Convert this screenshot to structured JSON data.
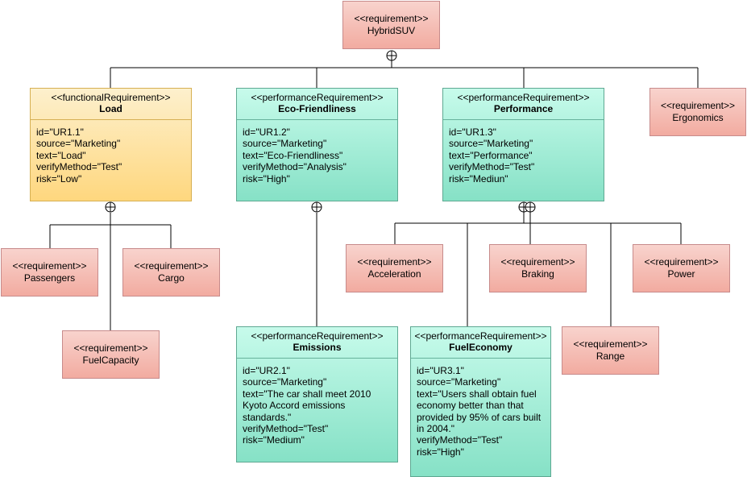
{
  "diagram": {
    "root": {
      "stereotype": "<<requirement>>",
      "name": "HybridSUV"
    },
    "load": {
      "stereotype": "<<functionalRequirement>>",
      "name": "Load",
      "attributes": [
        "id=\"UR1.1\"",
        "source=\"Marketing\"",
        "text=\"Load\"",
        "verifyMethod=\"Test\"",
        "risk=\"Low\""
      ]
    },
    "eco": {
      "stereotype": "<<performanceRequirement>>",
      "name": "Eco-Friendliness",
      "attributes": [
        "id=\"UR1.2\"",
        "source=\"Marketing\"",
        "text=\"Eco-Friendliness\"",
        "verifyMethod=\"Analysis\"",
        "risk=\"High\""
      ]
    },
    "performance": {
      "stereotype": "<<performanceRequirement>>",
      "name": "Performance",
      "attributes": [
        "id=\"UR1.3\"",
        "source=\"Marketing\"",
        "text=\"Performance\"",
        "verifyMethod=\"Test\"",
        "risk=\"Mediun\""
      ]
    },
    "ergonomics": {
      "stereotype": "<<requirement>>",
      "name": "Ergonomics"
    },
    "passengers": {
      "stereotype": "<<requirement>>",
      "name": "Passengers"
    },
    "cargo": {
      "stereotype": "<<requirement>>",
      "name": "Cargo"
    },
    "fuelcapacity": {
      "stereotype": "<<requirement>>",
      "name": "FuelCapacity"
    },
    "emissions": {
      "stereotype": "<<performanceRequirement>>",
      "name": "Emissions",
      "attributes": [
        "id=\"UR2.1\"",
        "source=\"Marketing\"",
        "text=\"The car shall meet 2010 Kyoto Accord emissions standards.\"",
        "verifyMethod=\"Test\"",
        "risk=\"Medium\""
      ]
    },
    "acceleration": {
      "stereotype": "<<requirement>>",
      "name": "Acceleration"
    },
    "braking": {
      "stereotype": "<<requirement>>",
      "name": "Braking"
    },
    "power": {
      "stereotype": "<<requirement>>",
      "name": "Power"
    },
    "fueleconomy": {
      "stereotype": "<<performanceRequirement>>",
      "name": "FuelEconomy",
      "attributes": [
        "id=\"UR3.1\"",
        "source=\"Marketing\"",
        "text=\"Users shall obtain fuel economy better than that provided by 95% of cars built in 2004.\"",
        "verifyMethod=\"Test\"",
        "risk=\"High\""
      ]
    },
    "range": {
      "stereotype": "<<requirement>>",
      "name": "Range"
    }
  }
}
